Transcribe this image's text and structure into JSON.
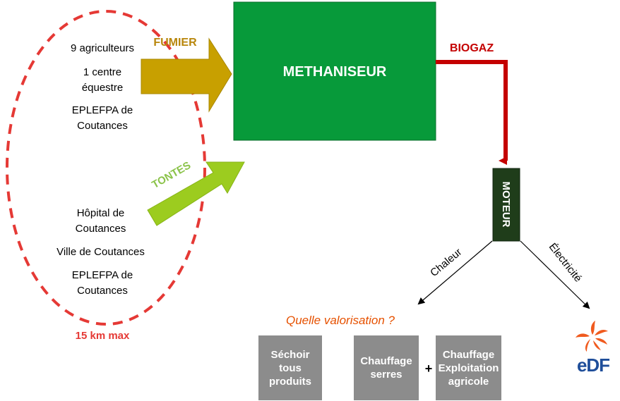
{
  "sources": {
    "fumier_group": [
      "9 agriculteurs",
      "1 centre équestre",
      "EPLEFPA de Coutances"
    ],
    "tontes_group": [
      "Hôpital de Coutances",
      "Ville de Coutances",
      "EPLEFPA de Coutances"
    ],
    "radius_label": "15 km max"
  },
  "flows": {
    "fumier": "FUMIER",
    "tontes": "TONTES",
    "biogaz": "BIOGAZ",
    "chaleur": "Chaleur",
    "electricite": "Électricité"
  },
  "nodes": {
    "methaniseur": "METHANISEUR",
    "moteur": "MOTEUR"
  },
  "valorisation": {
    "question": "Quelle valorisation ?",
    "options": [
      "Séchoir tous produits",
      "Chauffage serres",
      "Chauffage Exploitation agricole"
    ],
    "plus": "+"
  },
  "logo": {
    "text": "eDF"
  },
  "colors": {
    "ellipse_dash": "#e53935",
    "fumier_arrow": "#c8a000",
    "fumier_text": "#b8860b",
    "tontes_arrow": "#9ccc1f",
    "tontes_text": "#8bc34a",
    "methaniseur": "#079a3a",
    "biogaz": "#c40000",
    "moteur": "#1f3d1a",
    "options_bg": "#8c8c8c",
    "question": "#e65100",
    "edf_orange": "#f05a1e",
    "edf_blue": "#1f4e9a"
  }
}
